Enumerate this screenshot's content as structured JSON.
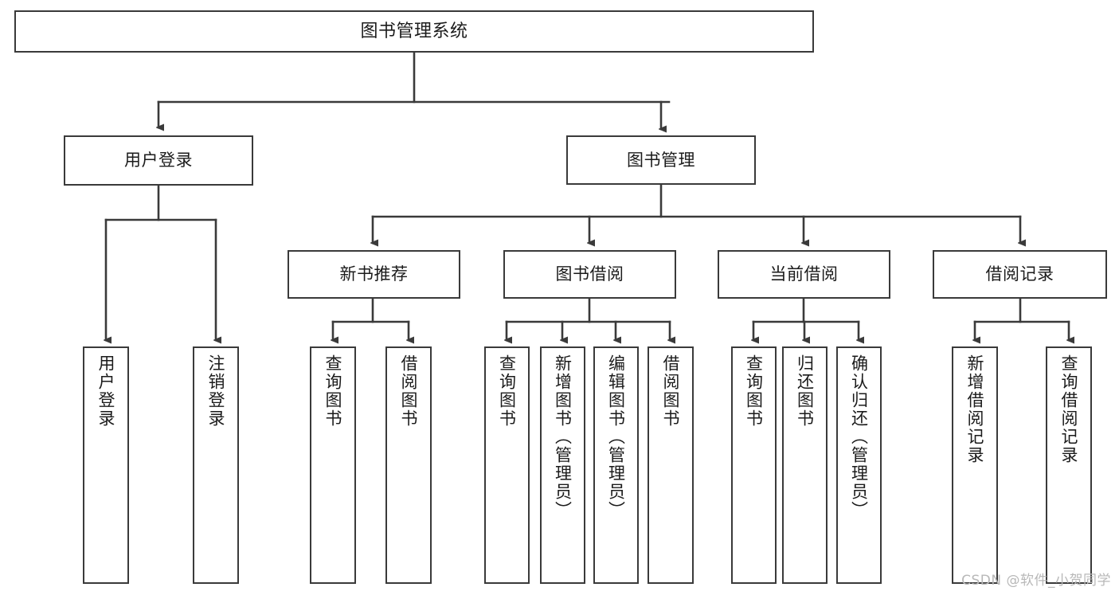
{
  "diagram": {
    "title": "图书管理系统",
    "type": "tree",
    "watermark": "CSDN @软件_小贺同学",
    "colors": {
      "box_border": "#3a3a3a",
      "box_fill": "#ffffff",
      "connector": "#3a3a3a",
      "text": "#1b1b1b",
      "watermark": "#b8b8b8"
    },
    "root": {
      "label": "图书管理系统"
    },
    "level2": [
      {
        "label": "用户登录"
      },
      {
        "label": "图书管理"
      }
    ],
    "level3": [
      {
        "label": "新书推荐"
      },
      {
        "label": "图书借阅"
      },
      {
        "label": "当前借阅"
      },
      {
        "label": "借阅记录"
      }
    ],
    "leaves": {
      "user_login": [
        {
          "label": "用户登录"
        },
        {
          "label": "注销登录"
        }
      ],
      "new_book": [
        {
          "label": "查询图书"
        },
        {
          "label": "借阅图书"
        }
      ],
      "book_borrow": [
        {
          "label": "查询图书"
        },
        {
          "label": "新增图书（管理员）"
        },
        {
          "label": "编辑图书（管理员）"
        },
        {
          "label": "借阅图书"
        }
      ],
      "current_borrow": [
        {
          "label": "查询图书"
        },
        {
          "label": "归还图书"
        },
        {
          "label": "确认归还（管理员）"
        }
      ],
      "borrow_record": [
        {
          "label": "新增借阅记录"
        },
        {
          "label": "查询借阅记录"
        }
      ]
    }
  }
}
